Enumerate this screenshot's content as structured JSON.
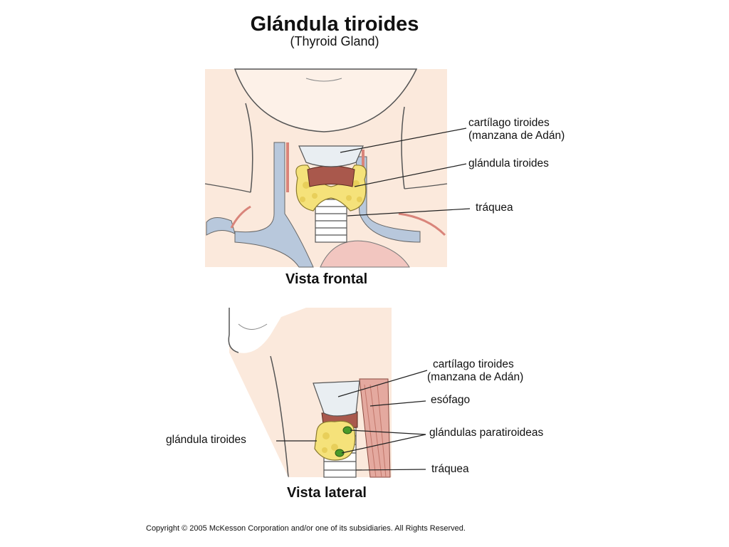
{
  "title": "Glándula tiroides",
  "subtitle": "(Thyroid Gland)",
  "frontal": {
    "view_title": "Vista frontal",
    "labels": {
      "cartilage_line1": "cartílago tiroides",
      "cartilage_line2": "(manzana de Adán)",
      "thyroid": "glándula tiroides",
      "trachea": "tráquea"
    }
  },
  "lateral": {
    "view_title": "Vista lateral",
    "labels": {
      "cartilage_line1": "cartílago tiroides",
      "cartilage_line2": "(manzana de Adán)",
      "esophagus": "esófago",
      "parathyroid": "glándulas paratiroideas",
      "thyroid": "glándula tiroides",
      "trachea": "tráquea"
    }
  },
  "copyright": "Copyright © 2005 McKesson Corporation and/or one of its subsidiaries. All Rights Reserved.",
  "colors": {
    "skin": "#fbe9dc",
    "thyroid": "#f5e27a",
    "cartilage": "#e9eef2",
    "muscle": "#a9584c",
    "vein": "#b8c8dc",
    "parathyroid": "#4a9a2a"
  }
}
